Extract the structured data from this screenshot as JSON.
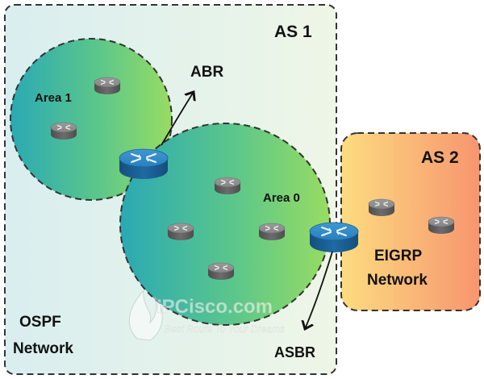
{
  "labels": {
    "as1": "AS 1",
    "as2": "AS 2",
    "area1": "Area 1",
    "area0": "Area 0",
    "abr": "ABR",
    "asbr": "ASBR",
    "ospf_line1": "OSPF",
    "ospf_line2": "Network",
    "eigrp_line1": "EIGRP",
    "eigrp_line2": "Network"
  },
  "watermark": {
    "brand": "IPCisco.com",
    "tagline": "Best Route To Your Dreams"
  },
  "colors": {
    "as1_fill": "#e4f1ec",
    "as2_fill_start": "#fcd87a",
    "as2_fill_end": "#f79a76",
    "area_fill_start": "#2fb0b0",
    "area_fill_end": "#8fd868",
    "router_blue": "#1f6fa8",
    "router_gray": "#7d7d7d",
    "border": "#333333"
  },
  "icons": {
    "router_small": "router-gray-icon",
    "router_large": "router-blue-icon"
  }
}
